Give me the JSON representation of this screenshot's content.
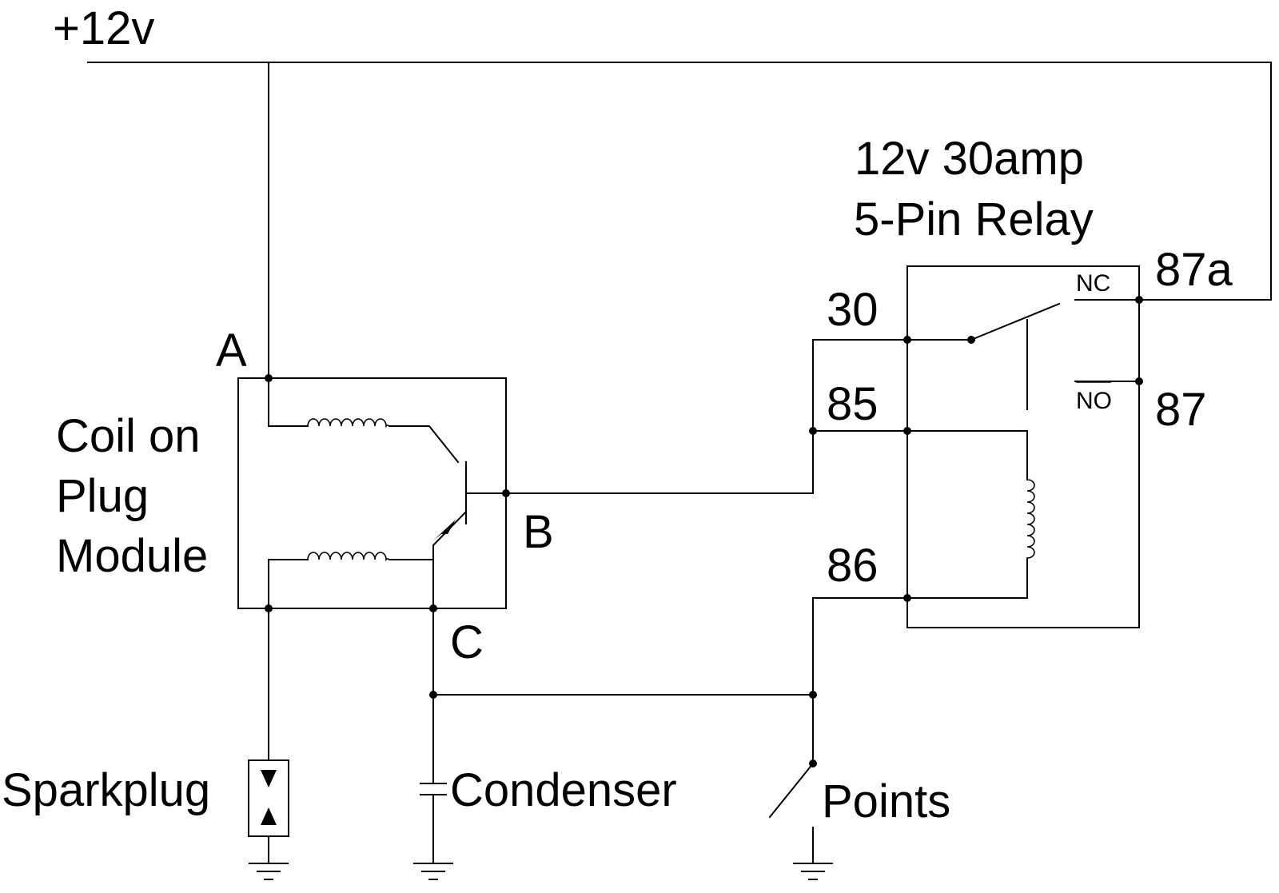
{
  "supply": {
    "label": "+12v"
  },
  "relay": {
    "title_line1": "12v 30amp",
    "title_line2": "5-Pin Relay",
    "pins": {
      "p30": "30",
      "p85": "85",
      "p86": "86",
      "p87": "87",
      "p87a": "87a"
    },
    "nc_label": "NC",
    "no_label": "NO"
  },
  "coil_module": {
    "line1": "Coil on",
    "line2": "Plug",
    "line3": "Module",
    "terminal_a": "A",
    "terminal_b": "B",
    "terminal_c": "C"
  },
  "components": {
    "sparkplug": "Sparkplug",
    "condenser": "Condenser",
    "points": "Points"
  }
}
